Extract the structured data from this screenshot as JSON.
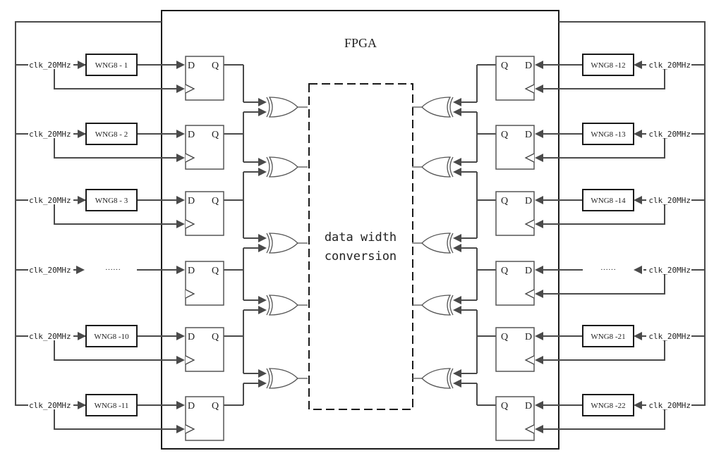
{
  "diagram": {
    "title": "FPGA",
    "center_block": {
      "line1": "data  width",
      "line2": "conversion"
    },
    "clock_label": "clk_20MHz",
    "ellipsis": "······",
    "pin_labels": {
      "d": "D",
      "q": "Q"
    },
    "left_channels": [
      {
        "wng": "WNG8 - 1"
      },
      {
        "wng": "WNG8 - 2"
      },
      {
        "wng": "WNG8 - 3"
      },
      {
        "wng": null
      },
      {
        "wng": "WNG8 -10"
      },
      {
        "wng": "WNG8 -11"
      }
    ],
    "right_channels": [
      {
        "wng": "WNG8 -12"
      },
      {
        "wng": "WNG8 -13"
      },
      {
        "wng": "WNG8 -14"
      },
      {
        "wng": null
      },
      {
        "wng": "WNG8 -21"
      },
      {
        "wng": "WNG8 -22"
      }
    ],
    "xor_gate_count_per_side": 5
  }
}
